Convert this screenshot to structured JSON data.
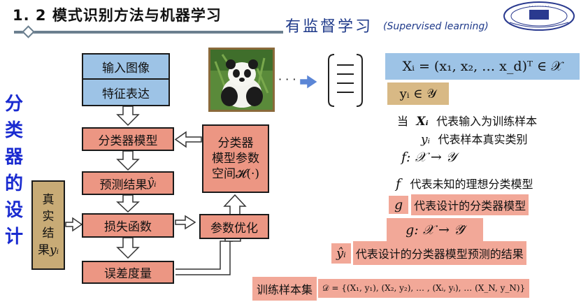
{
  "header": {
    "title": "1. 2  模式识别方法与机器学习",
    "subtitle_cn": "有监督学习",
    "subtitle_en": "(Supervised learning)"
  },
  "side_title": [
    "分",
    "类",
    "器",
    "的",
    "设",
    "计"
  ],
  "flow": {
    "input_image": "输入图像",
    "feature_repr": "特征表达",
    "classifier_model": "分类器模型",
    "prediction": "预测结果",
    "prediction_sym": "ŷᵢ",
    "loss_function": "损失函数",
    "error_measure": "误差度量",
    "param_space": [
      "分类器",
      "模型参数",
      "空间"
    ],
    "param_space_sym": "𝓗(·)",
    "param_opt": "参数优化",
    "ground_truth": [
      "真",
      "实",
      "结",
      "果"
    ],
    "ground_truth_sym": "yᵢ"
  },
  "ellipsis": "· · ·",
  "defs": {
    "xi_def": "Xᵢ = (x₁, x₂, … x_d)ᵀ ∈ 𝒳",
    "yi_def": "yᵢ ∈ 𝒴",
    "when": "当",
    "xi_sym": "Xᵢ",
    "xi_meaning": "代表输入为训练样本",
    "yi_sym": "yᵢ",
    "yi_meaning": "代表样本真实类别",
    "f_map": "f: 𝒳 → 𝒴",
    "f_sym": "f",
    "f_meaning": "代表未知的理想分类模型",
    "g_sym": "g",
    "g_meaning": "代表设计的分类器模型",
    "g_map": "g: 𝒳 → 𝒴̂",
    "yhat_sym": "ŷᵢ",
    "yhat_meaning": "代表设计的分类器模型预测的结果"
  },
  "training_set": {
    "label": "训练样本集",
    "formula": "𝒟 = {(X₁, y₁), (X₂, y₂), … , (Xᵢ, yᵢ), … (X_N, y_N)}"
  },
  "colors": {
    "blue_box": "#9dc3e6",
    "pink_box": "#ec9683",
    "tan_box": "#c8ab76",
    "side_title": "#1a2bd0",
    "subtitle": "#1f3a8a"
  }
}
